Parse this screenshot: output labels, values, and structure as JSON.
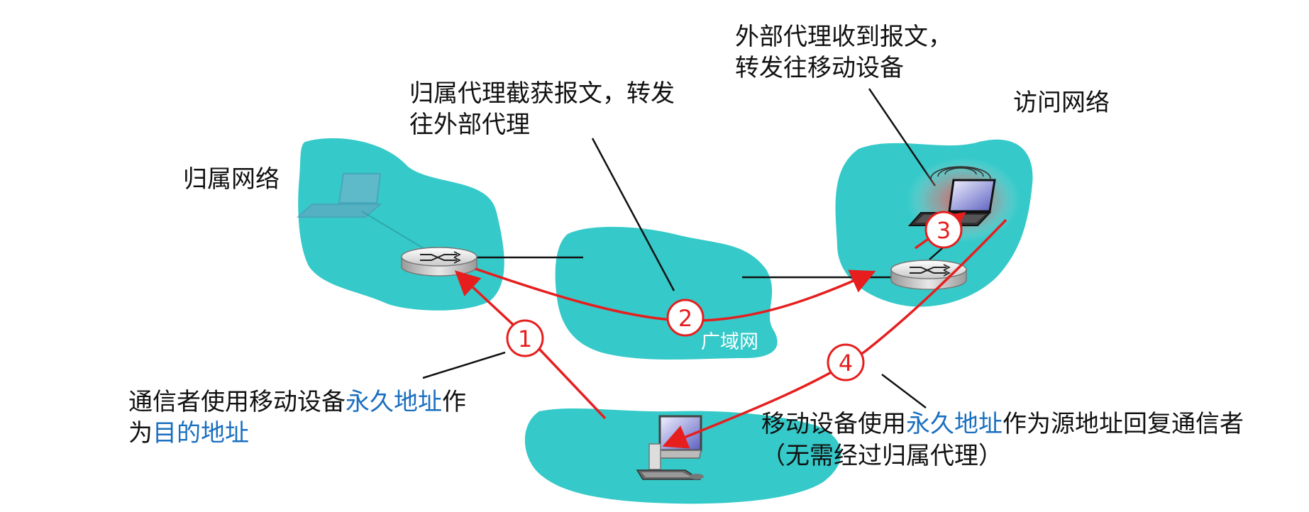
{
  "labels": {
    "home_network": "归属网络",
    "visited_network": "访问网络",
    "wan": "广域网",
    "home_agent_note_line1": "归属代理截获报文，转发",
    "home_agent_note_line2": "往外部代理",
    "foreign_agent_note_line1": "外部代理收到报文，",
    "foreign_agent_note_line2": "转发往移动设备",
    "correspondent_note": {
      "part1": "通信者使用移动设备",
      "part2": "永久地址",
      "part3": "作",
      "part4": "为",
      "part5": "目的地址"
    },
    "reply_note": {
      "part1": "移动设备使用",
      "part2": "永久地址",
      "part3": "作为源地址回复通信者",
      "line2": "（无需经过归属代理）"
    }
  },
  "steps": [
    "1",
    "2",
    "3",
    "4"
  ],
  "colors": {
    "network_fill": "#36c9c9",
    "arrow": "#e61e1e",
    "highlight_text": "#1a6fbf",
    "step_circle_stroke": "#e61e1e"
  },
  "icons": {
    "home_router": "router-icon",
    "visited_router": "router-icon",
    "ghost_laptop": "laptop-icon",
    "mobile_laptop": "laptop-icon",
    "correspondent_pc": "desktop-computer-icon"
  }
}
